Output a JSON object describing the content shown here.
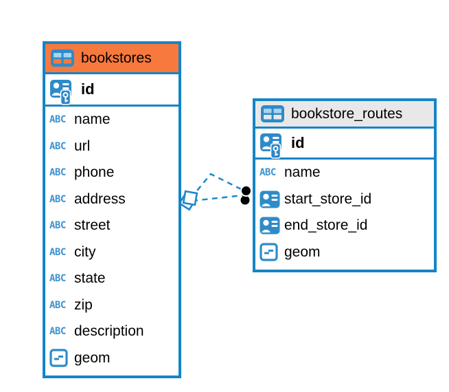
{
  "colors": {
    "table_border_blue": "#1484C7",
    "icon_blue": "#2E8BC9",
    "abc_icon_blue": "#3E92CE",
    "bookstores_header_orange": "#F7793E",
    "routes_header_gray": "#E9E8E8",
    "text_black": "#000000",
    "connector_dash_blue": "#1E88CB",
    "connector_dot_black": "#000000"
  },
  "abc_label": "ABC",
  "tables": [
    {
      "name": "bookstores",
      "primary_key": {
        "name": "id",
        "icon": "primary-key-icon"
      },
      "columns": [
        {
          "name": "name",
          "icon": "text-type-icon"
        },
        {
          "name": "url",
          "icon": "text-type-icon"
        },
        {
          "name": "phone",
          "icon": "text-type-icon"
        },
        {
          "name": "address",
          "icon": "text-type-icon"
        },
        {
          "name": "street",
          "icon": "text-type-icon"
        },
        {
          "name": "city",
          "icon": "text-type-icon"
        },
        {
          "name": "state",
          "icon": "text-type-icon"
        },
        {
          "name": "zip",
          "icon": "text-type-icon"
        },
        {
          "name": "description",
          "icon": "text-type-icon"
        },
        {
          "name": "geom",
          "icon": "geometry-type-icon"
        }
      ]
    },
    {
      "name": "bookstore_routes",
      "primary_key": {
        "name": "id",
        "icon": "primary-key-icon"
      },
      "columns": [
        {
          "name": "name",
          "icon": "text-type-icon"
        },
        {
          "name": "start_store_id",
          "icon": "foreign-key-icon"
        },
        {
          "name": "end_store_id",
          "icon": "foreign-key-icon"
        },
        {
          "name": "geom",
          "icon": "geometry-type-icon"
        }
      ]
    }
  ]
}
